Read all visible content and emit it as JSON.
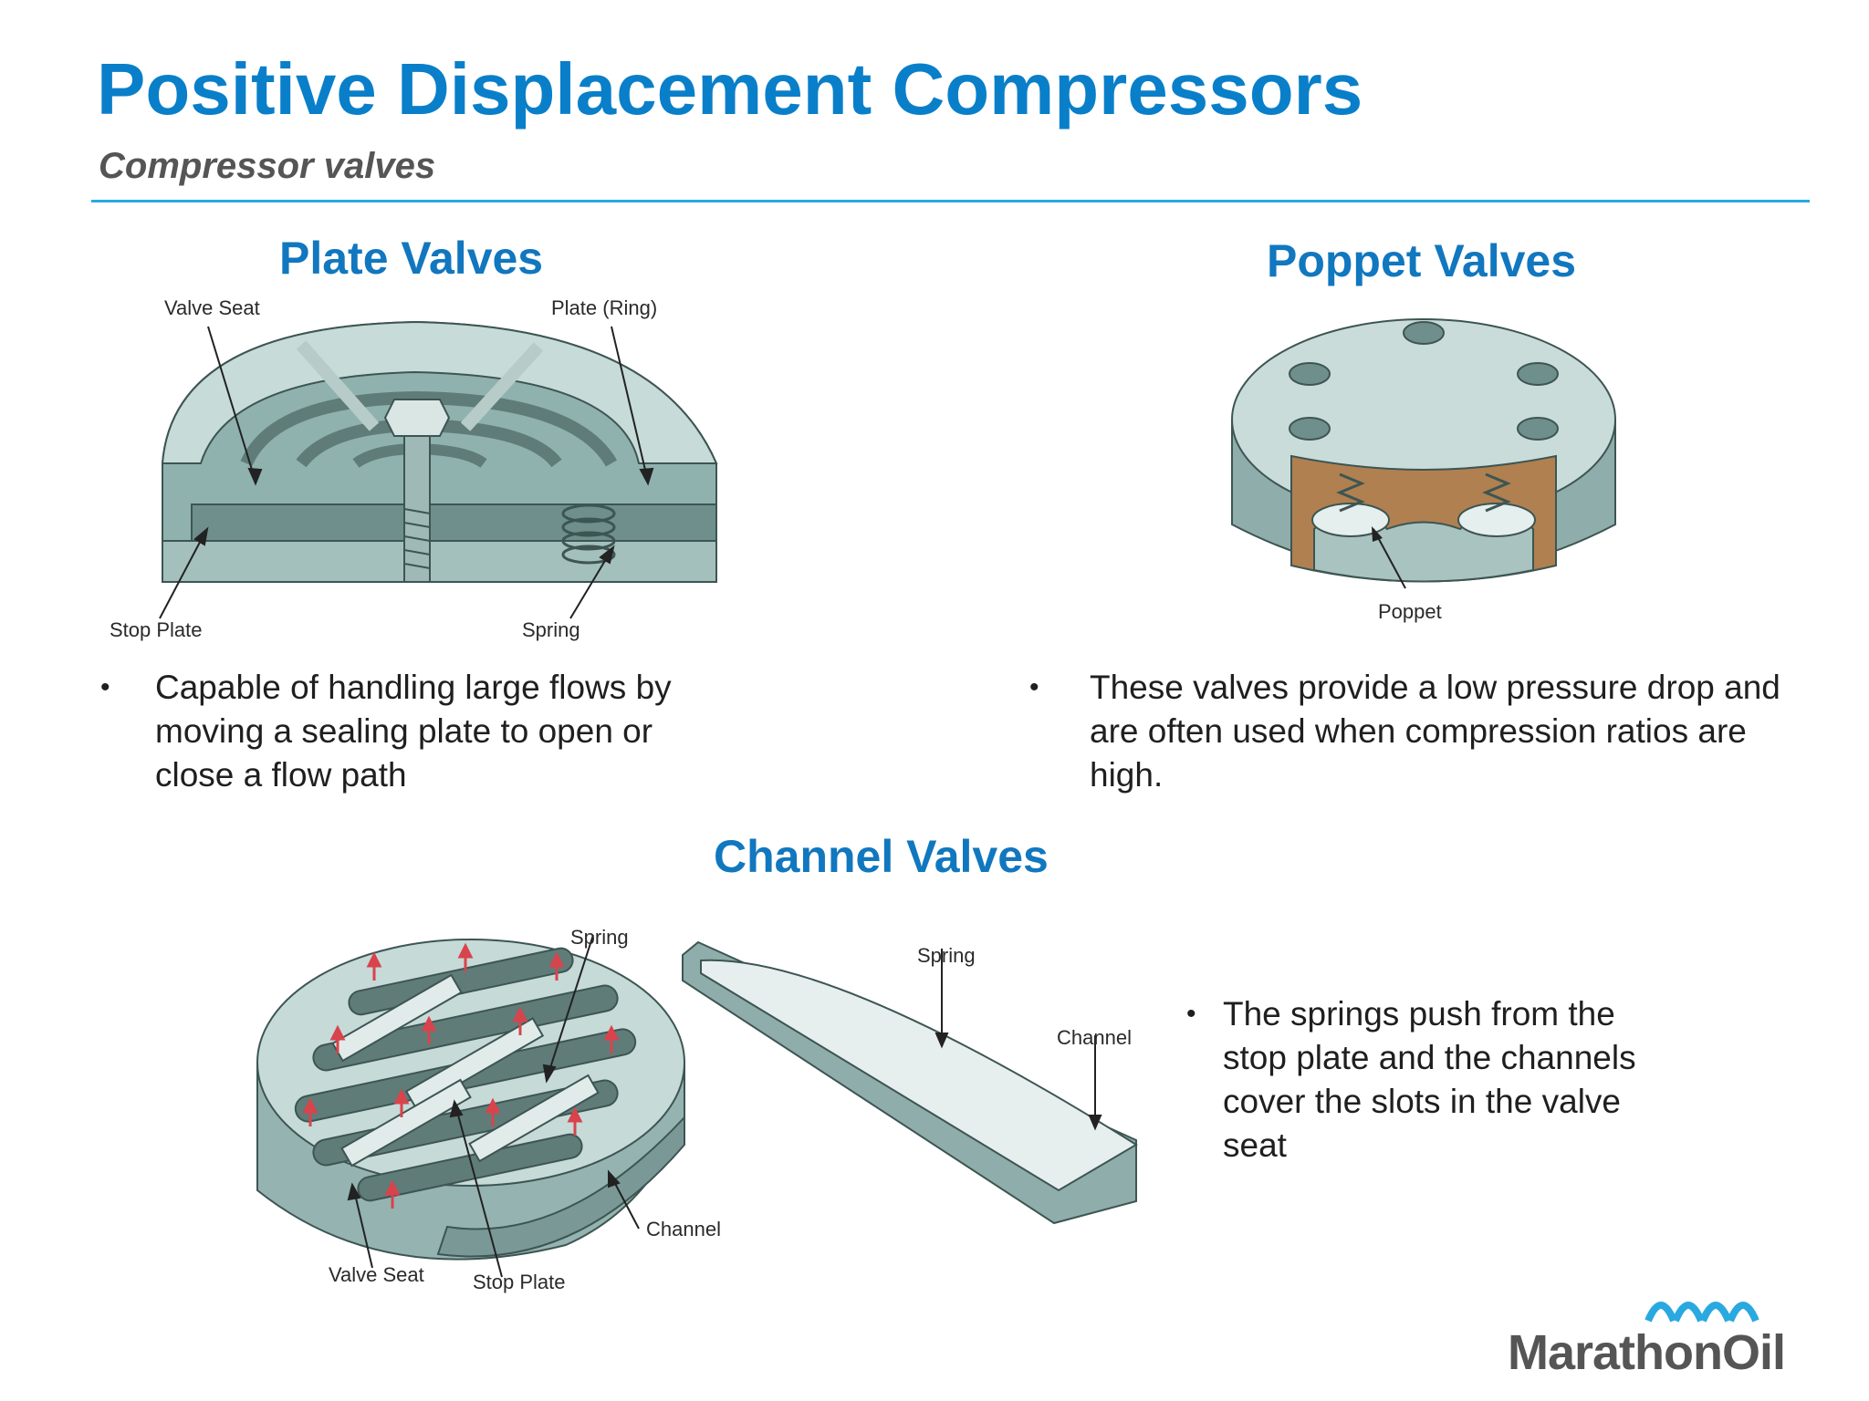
{
  "header": {
    "title": "Positive Displacement Compressors",
    "subtitle": "Compressor valves"
  },
  "plate_valves": {
    "heading": "Plate Valves",
    "labels": {
      "valve_seat": "Valve Seat",
      "plate_ring": "Plate (Ring)",
      "stop_plate": "Stop Plate",
      "spring": "Spring"
    },
    "bullet": "Capable of handling large flows by moving a sealing plate to open or close a flow path"
  },
  "poppet_valves": {
    "heading": "Poppet Valves",
    "labels": {
      "poppet": "Poppet"
    },
    "bullet": "These valves provide a low pressure drop and are often used when compression ratios are high."
  },
  "channel_valves": {
    "heading": "Channel Valves",
    "labels": {
      "spring": "Spring",
      "channel": "Channel",
      "valve_seat": "Valve Seat",
      "stop_plate": "Stop Plate",
      "spring_detail": "Spring",
      "channel_detail": "Channel"
    },
    "bullet": "The springs push from the stop plate and the channels cover the slots in the valve seat"
  },
  "logo": {
    "text": "MarathonOil",
    "brand_color": "#29a9e0",
    "text_color": "#555555"
  },
  "colors": {
    "title": "#0a7fc9",
    "heading": "#1177bf",
    "rule": "#29a9e0"
  }
}
